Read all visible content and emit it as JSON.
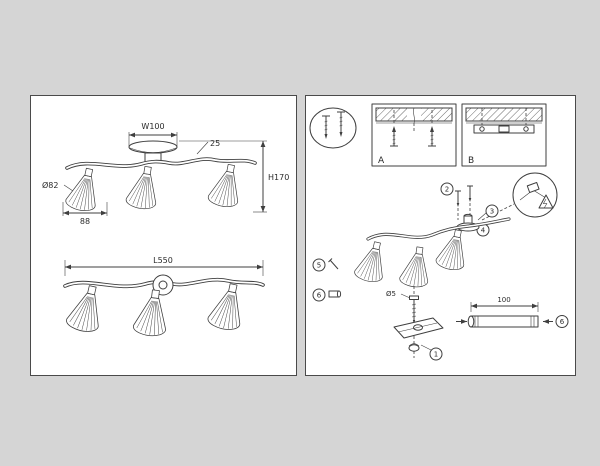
{
  "sheet": {
    "background": "#d5d5d5",
    "panel_background": "#ffffff",
    "line_color": "#3f3f3f"
  },
  "left_panel": {
    "front_view": {
      "canopy_width": "W100",
      "canopy_height": "25",
      "total_height": "H170",
      "shade_diameter": "Ø82",
      "shade_width": "88"
    },
    "top_view": {
      "total_length": "L550"
    }
  },
  "right_panel": {
    "mount_labels": {
      "a": "A",
      "b": "B"
    },
    "rod": {
      "length": "100"
    },
    "screw": {
      "diameter": "Ø5"
    },
    "callouts": {
      "c1": "1",
      "c2": "2",
      "c3": "3",
      "c4": "4",
      "c5": "5",
      "c6": "6"
    }
  }
}
